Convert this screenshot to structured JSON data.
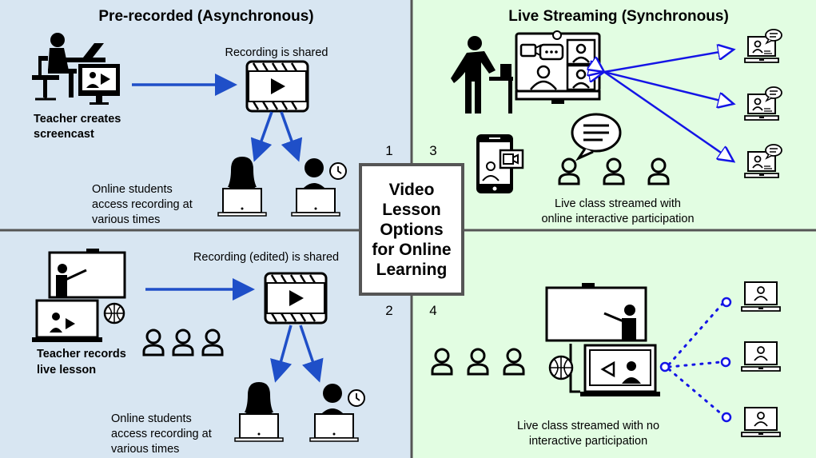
{
  "quadrants": {
    "q1": {
      "title": "Pre-recorded (Asynchronous)",
      "number": "1",
      "caption": "Recording is shared",
      "teacher_label": [
        "Teacher creates",
        "screencast"
      ],
      "students_label": [
        "Online students",
        "access recording at",
        "various times"
      ]
    },
    "q2": {
      "number": "2",
      "caption": "Recording (edited) is shared",
      "teacher_label": [
        "Teacher records",
        "live lesson"
      ],
      "students_label": [
        "Online students",
        "access recording at",
        "various times"
      ]
    },
    "q3": {
      "title": "Live Streaming (Synchronous)",
      "number": "3",
      "caption": [
        "Live class streamed with",
        "online interactive participation"
      ]
    },
    "q4": {
      "number": "4",
      "caption": [
        "Live class streamed with no",
        "interactive participation"
      ]
    }
  },
  "center": {
    "lines": [
      "Video",
      "Lesson",
      "Options",
      "for Online",
      "Learning"
    ]
  },
  "colors": {
    "async_bg": "#d8e6f2",
    "sync_bg": "#e2fde2",
    "arrow": "#1f4fc8",
    "stream_arrow": "#1414e6",
    "divider": "#555555"
  }
}
